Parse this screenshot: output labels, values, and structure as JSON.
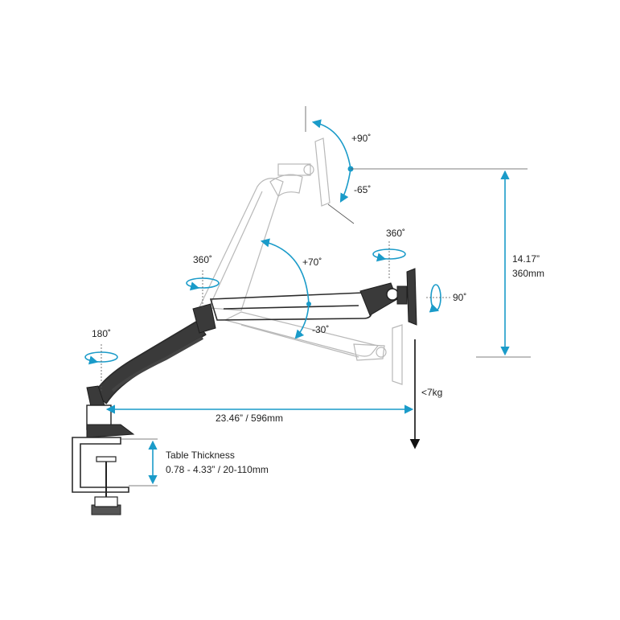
{
  "labels": {
    "tilt_up": "+90˚",
    "tilt_down": "-65˚",
    "height_range_inch": "14.17”",
    "height_range_mm": "360mm",
    "head_swivel": "360˚",
    "arm_swivel": "360˚",
    "arm_tilt_up": "+70˚",
    "arm_tilt_down": "-30˚",
    "rotation": "90˚",
    "base_swivel": "180˚",
    "max_load": "<7kg",
    "reach": "23.46” / 596mm",
    "table_title": "Table Thickness",
    "table_range": "0.78 - 4.33” / 20-110mm"
  },
  "colors": {
    "accent": "#1a9bc9",
    "line": "#2b2b2b",
    "ghost": "#b8b8b8"
  }
}
